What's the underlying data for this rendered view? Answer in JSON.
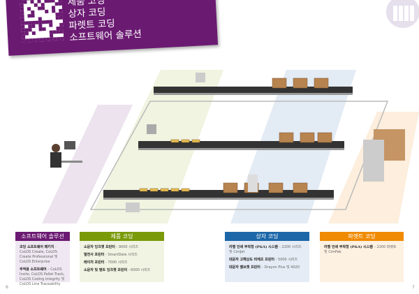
{
  "banner": {
    "titles": [
      "제품 코딩",
      "상자 코딩",
      "파렛트 코딩",
      "소프트웨어 솔루션"
    ]
  },
  "colors": {
    "purple": "#6b1a72",
    "green": "#7a9a0a",
    "blue": "#1c67a8",
    "orange": "#f08a00"
  },
  "panels": [
    {
      "title": "소프트웨어 솔루션",
      "items": [
        {
          "name": "코딩 소프트웨어 패키지",
          "desc": " - CoLOS Create, CoLOS Create Professional 및 CoLOS Enterprise"
        },
        {
          "name": "추적용 소프트웨어",
          "desc": " – CoLOS Insite, CoLOS Pallet Track, CoLOS Coding Integrity 및 CoLOS Line Traceability"
        }
      ]
    },
    {
      "title": "제품 코딩",
      "items": [
        {
          "name": "소문자 잉크젯 프린터",
          "desc": " - 9000 시리즈"
        },
        {
          "name": "열전사 프린터",
          "desc": " - SmartDate 시리즈"
        },
        {
          "name": "레이저 프린터",
          "desc": " - 7000 시리즈"
        },
        {
          "name": "소문자 및 텐트 잉크젯 프린터",
          "desc": " - 6000 시리즈"
        }
      ]
    },
    {
      "title": "상자 코딩",
      "items": [
        {
          "name": "라벨 인쇄 부착형 (P&A) 시스템",
          "desc": " – 2200 시리즈 및 CimJet"
        },
        {
          "name": "대문자 고해상도 피에조 프린터",
          "desc": " - 5000 시리즈"
        },
        {
          "name": "대문자 밸브젯 프린터",
          "desc": " – Drayon Plus 및 4020"
        }
      ]
    },
    {
      "title": "파렛트 코딩",
      "items": [
        {
          "name": "라벨 인쇄 부착형 (P&A) 시스템",
          "desc": " – 2200 파렛트 및 CimPak"
        }
      ]
    }
  ],
  "page_numbers": {
    "left": "6",
    "right": "7"
  }
}
